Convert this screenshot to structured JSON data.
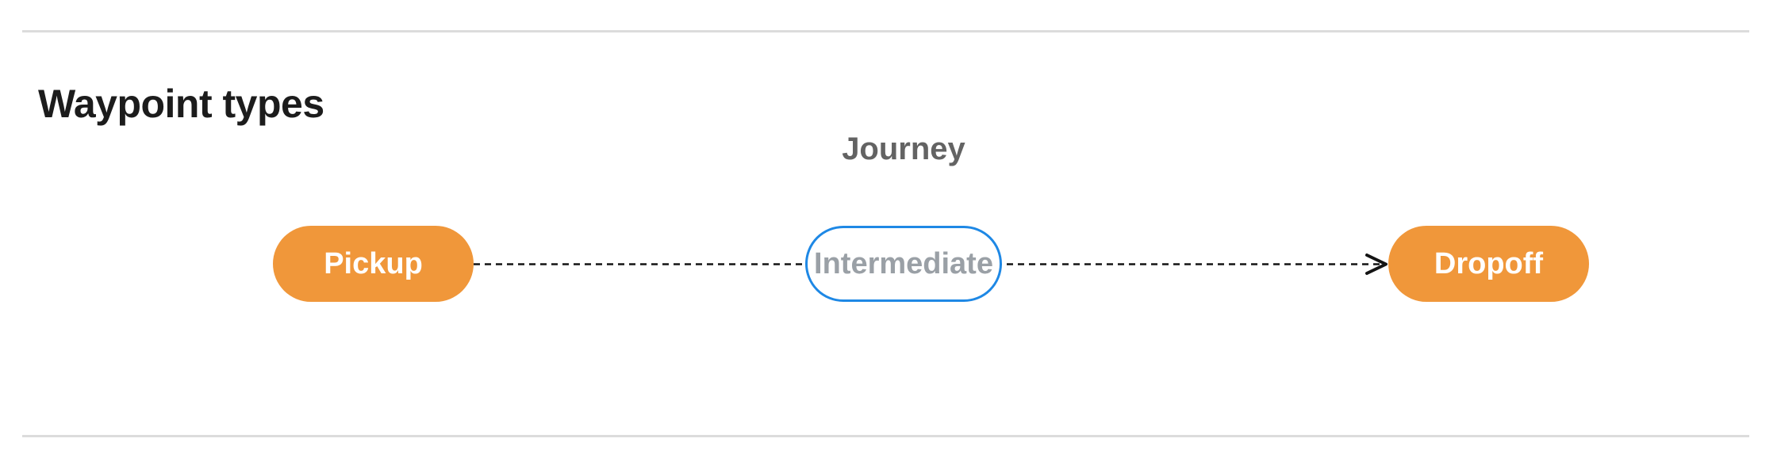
{
  "page": {
    "heading": "Waypoint types"
  },
  "diagram": {
    "title": "Journey",
    "nodes": [
      {
        "id": "pickup",
        "label": "Pickup",
        "kind": "terminal"
      },
      {
        "id": "intermediate",
        "label": "Intermediate",
        "kind": "intermediate"
      },
      {
        "id": "dropoff",
        "label": "Dropoff",
        "kind": "terminal"
      }
    ],
    "connector": {
      "style": "dashed",
      "direction": "left-to-right",
      "from": "Pickup",
      "through": "Intermediate",
      "to": "Dropoff",
      "arrowhead": "at Dropoff"
    }
  },
  "colors": {
    "terminal_node_fill": "#f0973a",
    "terminal_node_text": "#ffffff",
    "intermediate_node_border": "#1e88e5",
    "intermediate_node_text": "#9aa0a6",
    "connector_line": "#141414",
    "divider": "#dcdcdc",
    "heading_text": "#1c1c1c",
    "journey_label_text": "#636363"
  }
}
